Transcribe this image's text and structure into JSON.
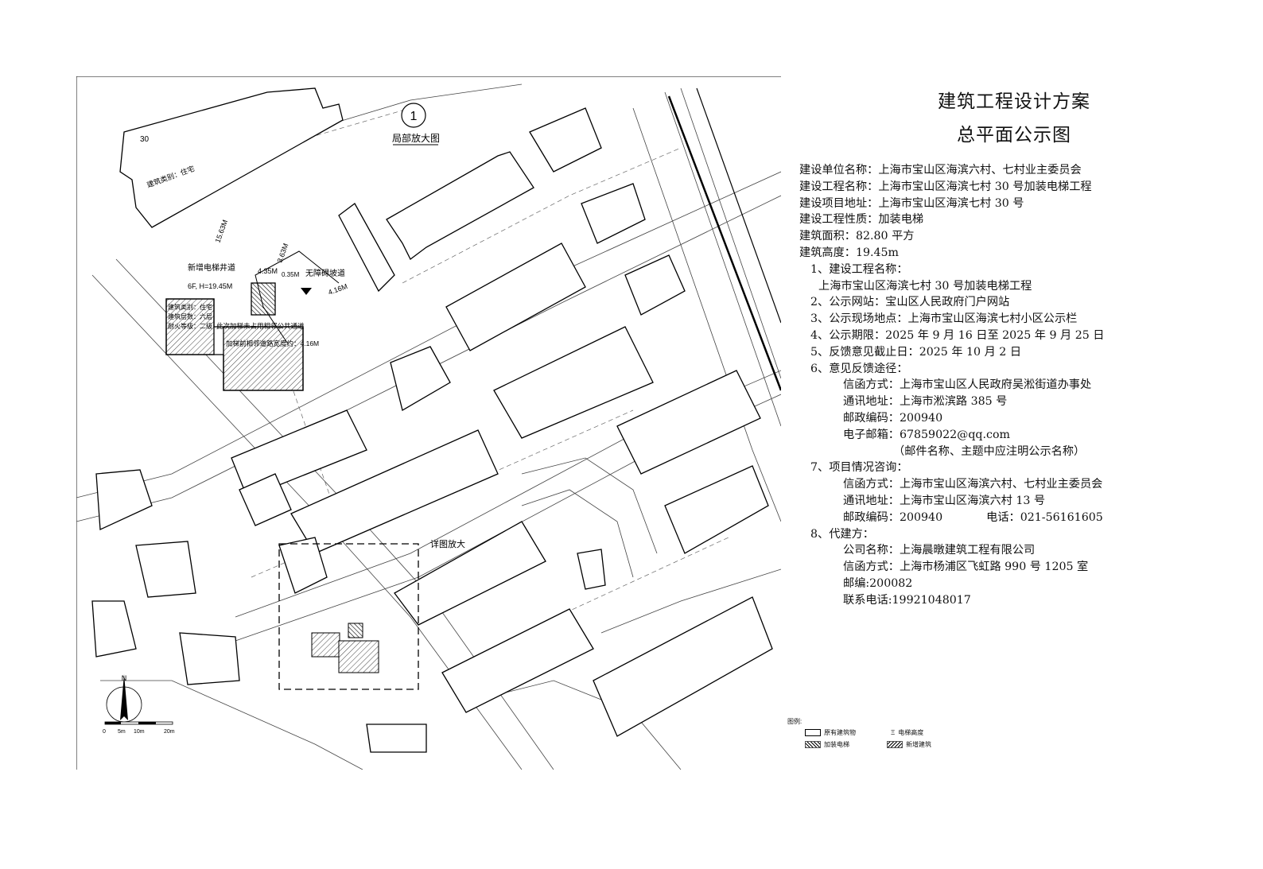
{
  "header": {
    "title_line1": "建筑工程设计方案",
    "title_line2": "总平面公示图"
  },
  "info": {
    "unit": "建设单位名称：上海市宝山区海滨六村、七村业主委员会",
    "project": "建设工程名称：上海市宝山区海滨七村 30 号加装电梯工程",
    "address": "建设项目地址：上海市宝山区海滨七村 30 号",
    "nature": "建设工程性质：加装电梯",
    "area": "建筑面积：82.80 平方",
    "height": "建筑高度：19.45m",
    "item1": "1、建设工程名称：",
    "item1_value": "上海市宝山区海滨七村 30 号加装电梯工程",
    "item2": "2、公示网站：宝山区人民政府门户网站",
    "item3": "3、公示现场地点：上海市宝山区海滨七村小区公示栏",
    "item4": "4、公示期限：2025 年 9 月 16 日至 2025 年 9 月 25 日",
    "item5": "5、反馈意见截止日：2025 年 10 月 2 日",
    "item6": "6、意见反馈途径：",
    "item6_letter": "信函方式：上海市宝山区人民政府吴淞街道办事处",
    "item6_addr": "通讯地址：上海市淞滨路 385 号",
    "item6_zip": "邮政编码：200940",
    "item6_email": "电子邮箱：67859022@qq.com",
    "item6_note": "（邮件名称、主题中应注明公示名称）",
    "item7": "7、项目情况咨询：",
    "item7_letter": "信函方式：上海市宝山区海滨六村、七村业主委员会",
    "item7_addr": "通讯地址：上海市宝山区海滨六村 13 号",
    "item7_zip": "邮政编码：200940",
    "item7_tel": "电话：021-56161605",
    "item8": "8、代建方：",
    "item8_company": "公司名称：上海晨暾建筑工程有限公司",
    "item8_letter": "信函方式：上海市杨浦区飞虹路 990 号 1205 室",
    "item8_zip": "邮编:200082",
    "item8_tel": "联系电话:19921048017"
  },
  "map": {
    "detail_marker": "1",
    "detail_title": "局部放大图",
    "enlarge_label": "详图放大",
    "new_shaft": "新增电梯井道",
    "shaft_height": "6F, H=19.45M",
    "barrier_free": "无障碍坡道",
    "building_info_1": "建筑类别：住宅",
    "building_info_2": "建筑层数：六层",
    "building_info_3": "耐火等级：二级",
    "note_1": "此次加梯未占用相邻公共通道",
    "note_2": "加梯前相邻道路宽度约：4.16M",
    "dim_1": "15.63M",
    "dim_2": "4.35M",
    "dim_3": "3.63M",
    "dim_4": "4.16M",
    "level_1": "0.35M",
    "north": "N",
    "scale_0": "0",
    "scale_5": "5m",
    "scale_10": "10m",
    "scale_20": "20m",
    "bldg_30": "30"
  },
  "legend": {
    "title": "图例:",
    "existing": "原有建筑物",
    "elevator": "加装电梯",
    "height": "电梯高度",
    "new_building": "新增建筑"
  }
}
